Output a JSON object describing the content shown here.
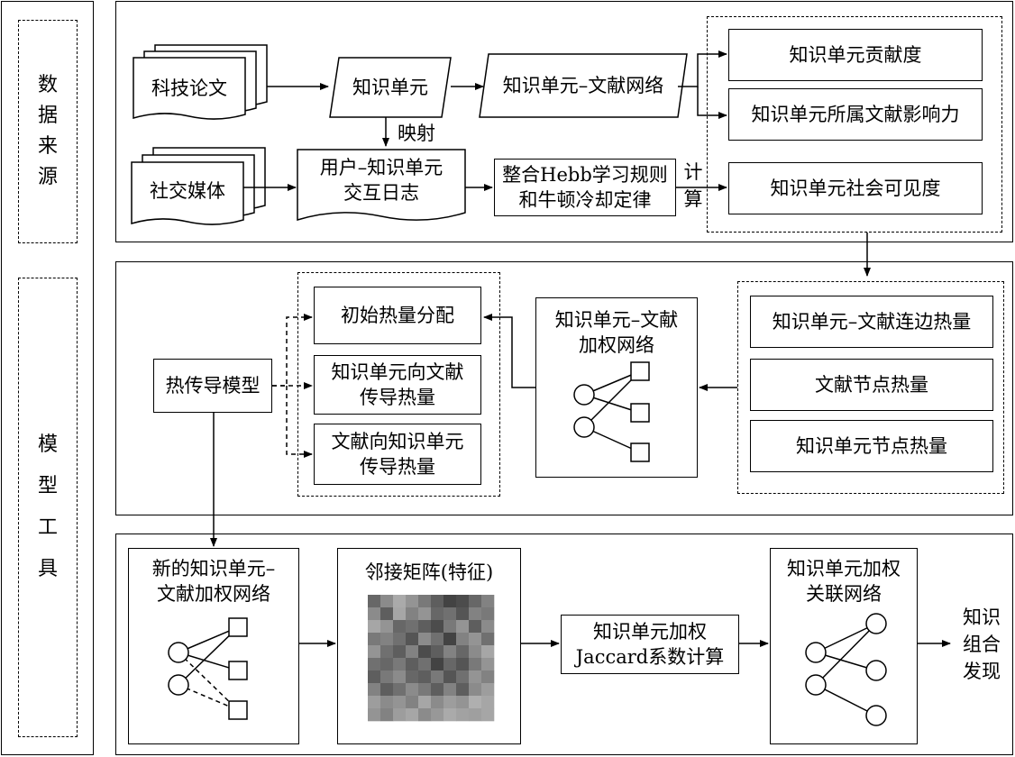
{
  "side": {
    "source_label": "数据来源",
    "tool_label": "模型工具"
  },
  "top": {
    "paper": "科技论文",
    "social": "社交媒体",
    "knowledge_unit": "知识单元",
    "ku_doc_network": "知识单元–文献网络",
    "mapping": "映射",
    "interaction_log": "用户–知识单元\n交互日志",
    "hebb_rule": "整合Hebb学习规则\n和牛顿冷却定律",
    "compute": "计\n算",
    "contribution": "知识单元贡献度",
    "doc_influence": "知识单元所属文献影响力",
    "visibility": "知识单元社会可见度"
  },
  "middle": {
    "heat_model": "热传导模型",
    "initial_heat": "初始热量分配",
    "ku_to_doc": "知识单元向文献\n传导热量",
    "doc_to_ku": "文献向知识单元\n传导热量",
    "weighted_network": "知识单元–文献\n加权网络",
    "edge_heat": "知识单元–文献连边热量",
    "doc_node_heat": "文献节点热量",
    "ku_node_heat": "知识单元节点热量"
  },
  "bottom": {
    "new_network": "新的知识单元–\n文献加权网络",
    "adjacency": "邻接矩阵(特征)",
    "jaccard": "知识单元加权\nJaccard系数计算",
    "association_network": "知识单元加权\n关联网络",
    "discovery": "知识\n组合\n发现"
  },
  "matrix_values": [
    [
      0.35,
      0.55,
      0.72,
      0.6,
      0.45,
      0.3,
      0.15,
      0.2,
      0.35,
      0.5
    ],
    [
      0.55,
      0.3,
      0.7,
      0.5,
      0.6,
      0.35,
      0.4,
      0.25,
      0.5,
      0.45
    ],
    [
      0.7,
      0.6,
      0.35,
      0.4,
      0.3,
      0.2,
      0.45,
      0.6,
      0.3,
      0.55
    ],
    [
      0.45,
      0.5,
      0.4,
      0.25,
      0.55,
      0.4,
      0.15,
      0.5,
      0.6,
      0.4
    ],
    [
      0.6,
      0.4,
      0.3,
      0.5,
      0.2,
      0.3,
      0.5,
      0.35,
      0.55,
      0.7
    ],
    [
      0.4,
      0.35,
      0.45,
      0.3,
      0.4,
      0.15,
      0.35,
      0.25,
      0.45,
      0.6
    ],
    [
      0.3,
      0.45,
      0.55,
      0.35,
      0.3,
      0.45,
      0.25,
      0.4,
      0.6,
      0.5
    ],
    [
      0.5,
      0.3,
      0.4,
      0.55,
      0.45,
      0.3,
      0.5,
      0.3,
      0.55,
      0.65
    ],
    [
      0.65,
      0.55,
      0.6,
      0.5,
      0.7,
      0.55,
      0.65,
      0.6,
      0.75,
      0.7
    ],
    [
      0.6,
      0.5,
      0.65,
      0.7,
      0.55,
      0.62,
      0.72,
      0.68,
      0.66,
      0.7
    ]
  ]
}
